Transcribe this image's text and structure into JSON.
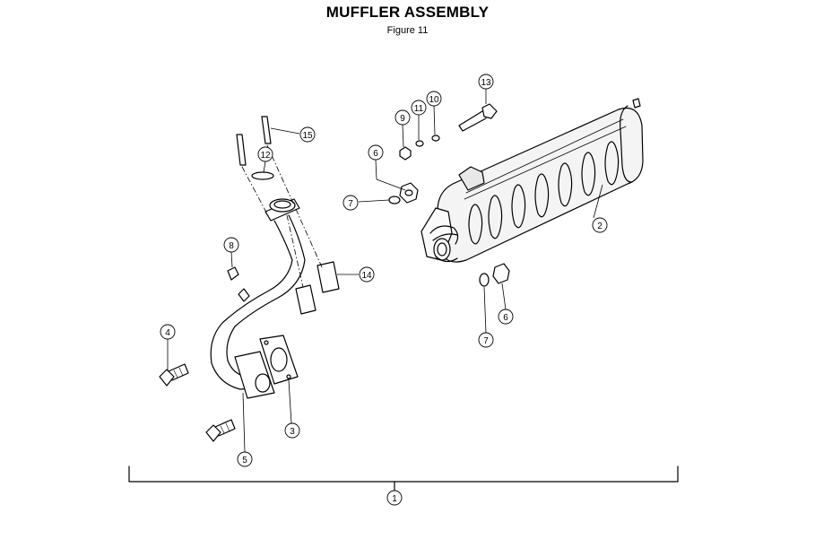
{
  "diagram": {
    "title": "MUFFLER ASSEMBLY",
    "figure": "Figure 11"
  },
  "callouts": [
    "1",
    "2",
    "3",
    "4",
    "5",
    "6",
    "7",
    "8",
    "9",
    "10",
    "11",
    "12",
    "13",
    "14",
    "15",
    "6",
    "7"
  ]
}
